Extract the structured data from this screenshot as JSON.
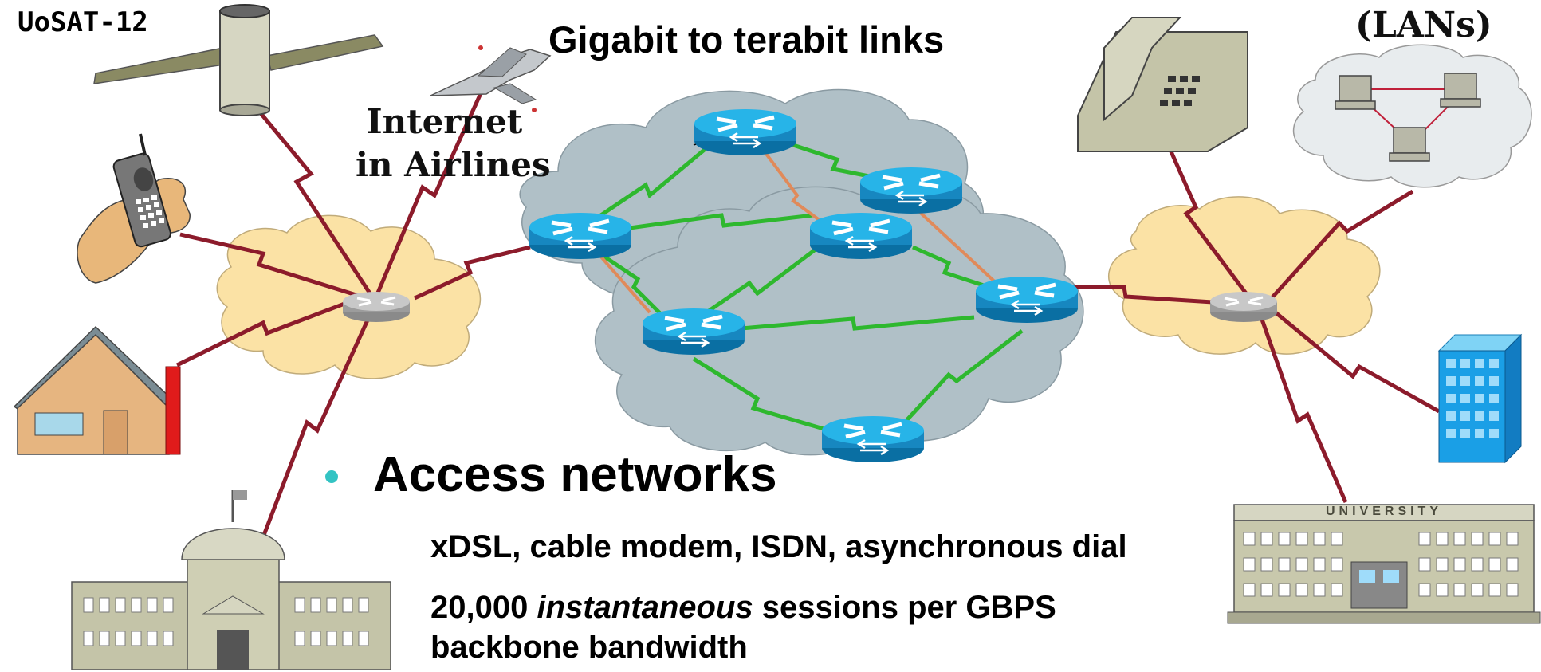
{
  "labels": {
    "satellite": "UoSAT-12",
    "airline_line1": "Internet",
    "airline_line2": "in Airlines",
    "lans": "(LANs)",
    "backbone": "Gigabit to terabit links",
    "university": "UNIVERSITY"
  },
  "access": {
    "title": "Access networks",
    "line1": "xDSL, cable modem, ISDN, asynchronous dial",
    "line2_prefix": "20,000 ",
    "line2_emphasis": "instantaneous",
    "line2_suffix": " sessions per GBPS",
    "line3": "backbone bandwidth"
  },
  "colors": {
    "access_link": "#8c1b2b",
    "backbone_link": "#2eb82e",
    "cross_link": "#e08a5a",
    "cloud_access": "#fbe2a5",
    "cloud_backbone": "#b0c0c7",
    "router_core": "#1a9fd6",
    "router_edge": "#a8a8a8",
    "bullet": "#33c3c3"
  },
  "icons": [
    "satellite-icon",
    "jet-icon",
    "cellphone-icon",
    "house-icon",
    "government-building-icon",
    "telephone-icon",
    "lan-cloud-icon",
    "office-building-icon",
    "university-icon",
    "router-icon"
  ]
}
